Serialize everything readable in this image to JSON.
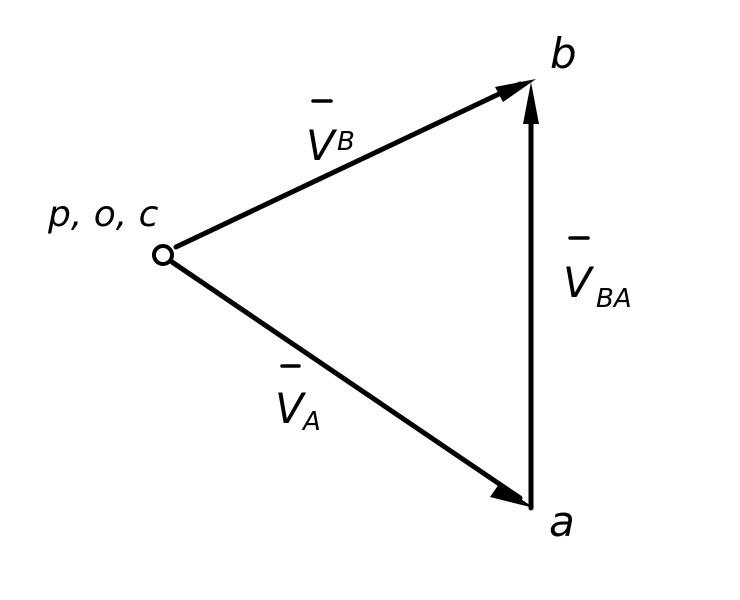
{
  "labels": {
    "pole": "p, o, c",
    "point_a": "a",
    "point_b": "b",
    "vec_b_main": "V",
    "vec_b_sub": "B",
    "vec_a_main": "V",
    "vec_a_sub": "A",
    "vec_ba_main": "V",
    "vec_ba_sub": "BA"
  },
  "colors": {
    "ink": "#000000",
    "background": "#ffffff"
  }
}
